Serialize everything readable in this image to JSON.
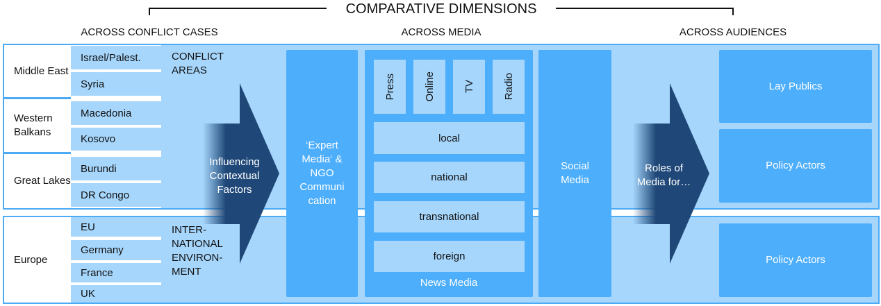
{
  "title": "COMPARATIVE DIMENSIONS",
  "columns": {
    "conflict": "ACROSS CONFLICT CASES",
    "media": "ACROSS MEDIA",
    "audiences": "ACROSS AUDIENCES"
  },
  "regions": [
    {
      "name": "Middle East",
      "countries": [
        "Israel/Palest.",
        "Syria"
      ]
    },
    {
      "name": "Western Balkans",
      "countries": [
        "Macedonia",
        "Kosovo"
      ]
    },
    {
      "name": "Great Lakes",
      "countries": [
        "Burundi",
        "DR Congo"
      ]
    },
    {
      "name": "Europe",
      "countries": [
        "EU",
        "Germany",
        "France",
        "UK"
      ]
    }
  ],
  "band_labels": {
    "conflict_areas": "CONFLICT AREAS",
    "international": "INTER- NATIONAL ENVIRON- MENT"
  },
  "arrows": {
    "influencing": "Influencing Contextual Factors",
    "roles": "Roles of Media for…"
  },
  "media": {
    "expert": "‘Expert Media‘ & NGO Communi cation",
    "types": [
      "Press",
      "Online",
      "TV",
      "Radio"
    ],
    "levels": [
      "local",
      "national",
      "transnational",
      "foreign"
    ],
    "news_media": "News Media",
    "social": "Social Media"
  },
  "audiences": [
    "Lay Publics",
    "Policy Actors",
    "Policy Actors"
  ],
  "colors": {
    "light": "#a6d6fc",
    "medium": "#4daefc",
    "dark": "#1f4878"
  }
}
